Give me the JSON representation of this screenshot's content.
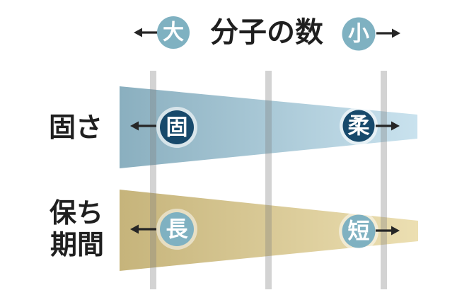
{
  "header": {
    "title": "分子の数",
    "left_end_label": "大",
    "right_end_label": "小"
  },
  "rows": {
    "hardness": {
      "label": "固さ",
      "left_end_label": "固",
      "right_end_label": "柔"
    },
    "shelf_life": {
      "label_line1": "保ち",
      "label_line2": "期間",
      "left_end_label": "長",
      "right_end_label": "短"
    }
  },
  "colors": {
    "teal_circle": "#7fb1c1",
    "navy_circle": "#17496b",
    "circle_text": "#ffffff",
    "text": "#1f1f1f",
    "arrow": "#262626",
    "hardness_wedge_left": "#8aafbf",
    "hardness_wedge_right": "#c9e2ee",
    "shelflife_wedge_left": "#c6b47b",
    "shelflife_wedge_right": "#ecdfb2",
    "divider_bar": "#828282",
    "halo": "#ffffff"
  }
}
